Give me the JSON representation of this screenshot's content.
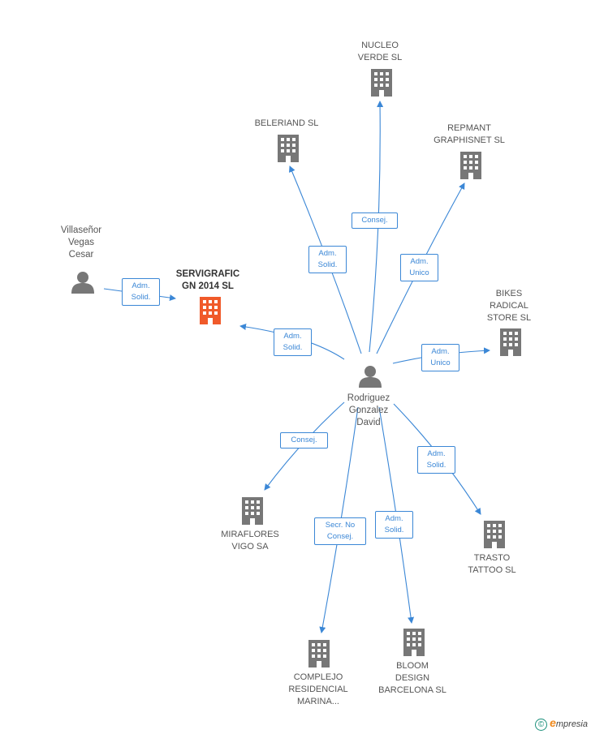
{
  "colors": {
    "edge": "#3b87d6",
    "company": "#777777",
    "company_focus": "#f05a2a",
    "person": "#777777"
  },
  "nodes": {
    "center_person": {
      "label": "Rodriguez\nGonzalez\nDavid",
      "icon": "person-icon"
    },
    "villasenor": {
      "label": "Villaseñor\nVegas\nCesar",
      "icon": "person-icon"
    },
    "servigrafic": {
      "label": "SERVIGRAFIC\nGN 2014  SL",
      "icon": "building-icon"
    },
    "nucleo_verde": {
      "label": "NUCLEO\nVERDE SL",
      "icon": "building-icon"
    },
    "beleriand": {
      "label": "BELERIAND  SL",
      "icon": "building-icon"
    },
    "repmant": {
      "label": "REPMANT\nGRAPHISNET SL",
      "icon": "building-icon"
    },
    "bikes": {
      "label": "BIKES\nRADICAL\nSTORE SL",
      "icon": "building-icon"
    },
    "miraflores": {
      "label": "MIRAFLORES\nVIGO SA",
      "icon": "building-icon"
    },
    "complejo": {
      "label": "COMPLEJO\nRESIDENCIAL\nMARINA...",
      "icon": "building-icon"
    },
    "bloom": {
      "label": "BLOOM\nDESIGN\nBARCELONA SL",
      "icon": "building-icon"
    },
    "trasto": {
      "label": "TRASTO\nTATTOO SL",
      "icon": "building-icon"
    }
  },
  "edges": {
    "villasenor_servigrafic": "Adm.\nSolid.",
    "center_servigrafic": "Adm.\nSolid.",
    "center_beleriand": "Adm.\nSolid.",
    "center_nucleo": "Consej.",
    "center_repmant": "Adm.\nUnico",
    "center_bikes": "Adm.\nUnico",
    "center_miraflores": "Consej.",
    "center_complejo": "Secr.  No\nConsej.",
    "center_bloom": "Adm.\nSolid.",
    "center_trasto": "Adm.\nSolid."
  },
  "footer": {
    "copyright": "©",
    "brand_initial": "e",
    "brand_rest": "mpresia"
  }
}
